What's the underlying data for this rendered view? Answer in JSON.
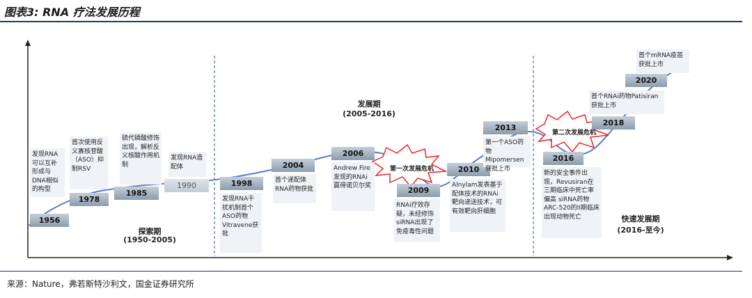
{
  "header": {
    "title": "图表3: RNA 疗法发展历程"
  },
  "footer": {
    "source": "来源：Nature，弗若斯特沙利文，国金证券研究所"
  },
  "colors": {
    "curve": "#5b7cbf",
    "axis": "#222222",
    "divider": "#4a6fb5",
    "year_box_top": "#c4ced8",
    "year_box_bottom": "#8c9cac",
    "note_bg": "#eff2f6",
    "burst_fill": "#ffffff",
    "burst_stroke": "#e8262b",
    "rule": "#1f3864"
  },
  "phases": [
    {
      "name": "探索期",
      "period": "(1950-2005)"
    },
    {
      "name": "发展期",
      "period": "(2005-2016)"
    },
    {
      "name": "快速发展期",
      "period": "(2016-至今)"
    }
  ],
  "crises": [
    {
      "label": "第一次发展危机"
    },
    {
      "label": "第二次发展危机"
    }
  ],
  "milestones": [
    {
      "year": "1956",
      "note": "发现RNA可以互补形成与DNA相似的构型"
    },
    {
      "year": "1978",
      "note": "首次使用反义寡核苷酸（ASO）抑制RSV"
    },
    {
      "year": "1985",
      "note": "硫代磷酸修饰出现，解析反义核酸作用机制"
    },
    {
      "year": "1990",
      "note": "发现RNA造配体"
    },
    {
      "year": "1998",
      "note": "发现RNA干扰机制首个ASO药物Vitravene获批"
    },
    {
      "year": "2004",
      "note": "首个递配体RNA药物获批"
    },
    {
      "year": "2006",
      "note": "Andrew Fire发现的RNAi赢得诺贝尔奖"
    },
    {
      "year": "2009",
      "note": "RNAi疗效存疑，未经修饰siRNA出现了免疫毒性问题"
    },
    {
      "year": "2010",
      "note": "Alnylam发表基于配体技术的RNAi靶向递送技术，可有效靶向肝细胞"
    },
    {
      "year": "2013",
      "note": "第一个ASO药物Mipomersen获批上市"
    },
    {
      "year": "2016",
      "note": "新的安全事件出现，Revusiran在三期临床中死亡率偏高 siRNA药物ARC-520的II期临床出现动物死亡"
    },
    {
      "year": "2018",
      "note": "首个RNAi药物Patisiran获批上市"
    },
    {
      "year": "2020",
      "note": "首个mRNA疫苗获批上市"
    }
  ]
}
